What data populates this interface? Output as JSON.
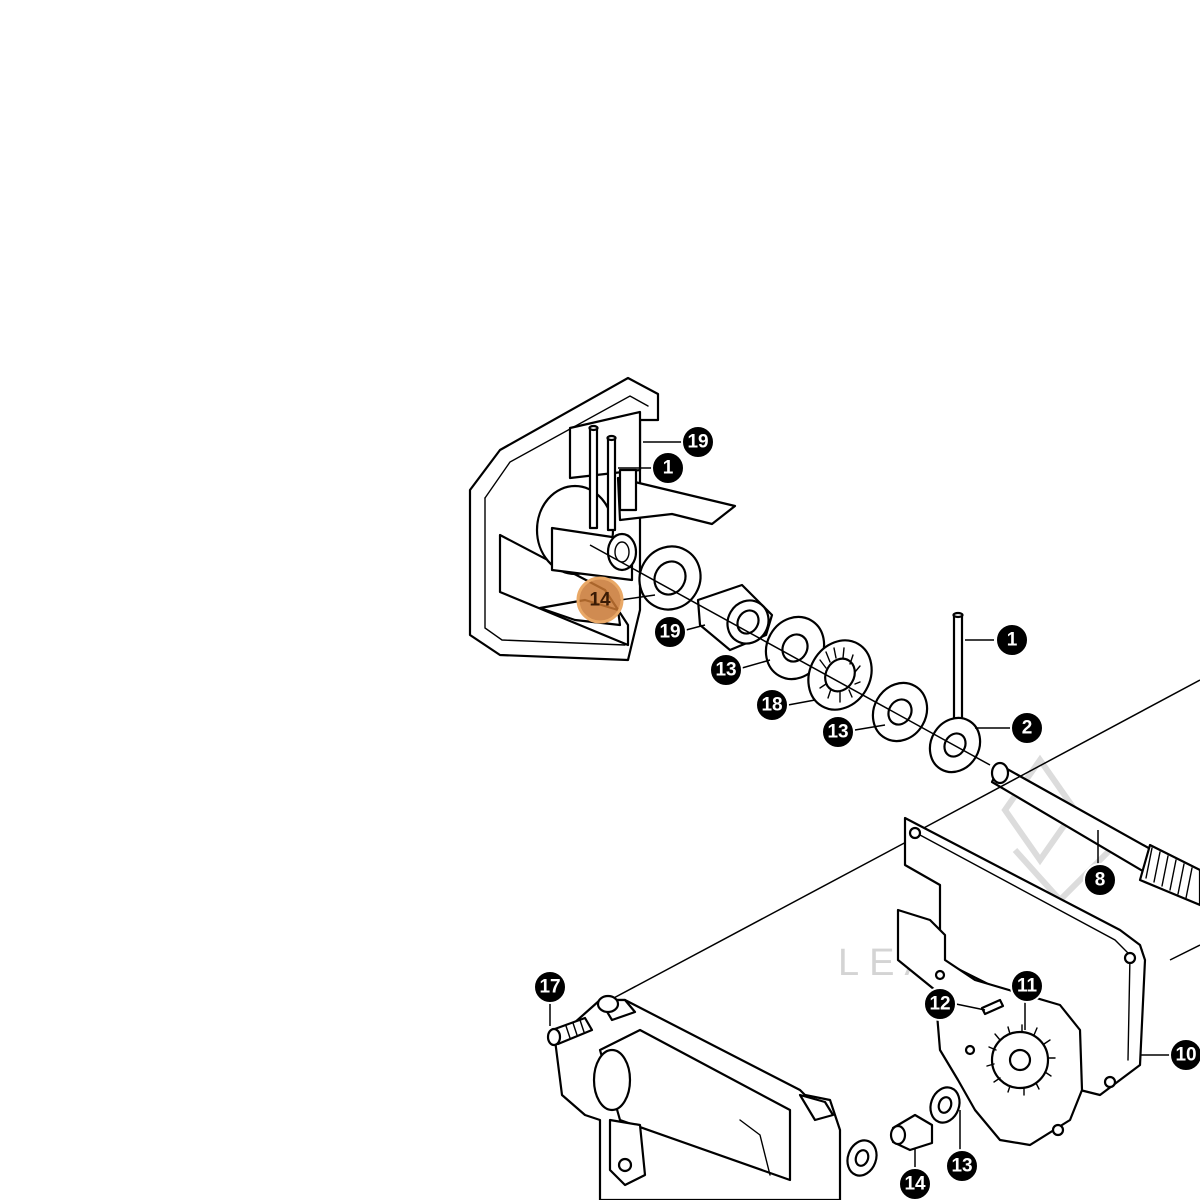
{
  "diagram": {
    "watermark": "LEADVENTU",
    "callouts": [
      {
        "id": "c-19a",
        "label": "19"
      },
      {
        "id": "c-1a",
        "label": "1"
      },
      {
        "id": "c-14a",
        "label": "14",
        "highlighted": true
      },
      {
        "id": "c-19b",
        "label": "19"
      },
      {
        "id": "c-13a",
        "label": "13"
      },
      {
        "id": "c-18",
        "label": "18"
      },
      {
        "id": "c-13b",
        "label": "13"
      },
      {
        "id": "c-1b",
        "label": "1"
      },
      {
        "id": "c-2",
        "label": "2"
      },
      {
        "id": "c-8",
        "label": "8"
      },
      {
        "id": "c-17",
        "label": "17"
      },
      {
        "id": "c-12",
        "label": "12"
      },
      {
        "id": "c-11",
        "label": "11"
      },
      {
        "id": "c-10",
        "label": "10"
      },
      {
        "id": "c-13c",
        "label": "13"
      },
      {
        "id": "c-14b",
        "label": "14"
      }
    ],
    "colors": {
      "line": "#000000",
      "callout": "#000000",
      "highlight": "#c87733",
      "watermark": "#d4d4d4"
    }
  }
}
